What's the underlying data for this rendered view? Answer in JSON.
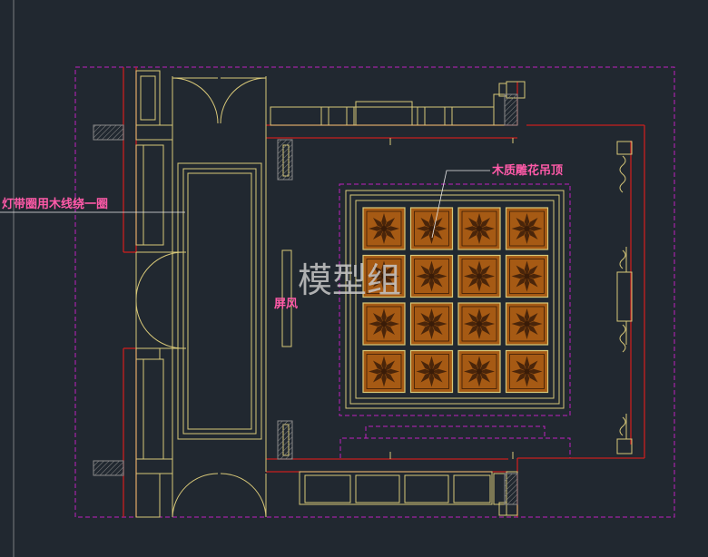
{
  "labels": {
    "ceiling_label": "木质雕花吊顶",
    "light_strip_label": "灯带圈用木线绕一圈",
    "screen_label": "屏风",
    "watermark": "模型组"
  },
  "colors": {
    "background": "#212830",
    "wall_red": "#c81e1e",
    "line_yellow": "#d8c878",
    "dashed_magenta": "#c020c0",
    "label_pink": "#ff5aa8",
    "label_light": "#ffffff",
    "tile_wood": "#a65a14",
    "tile_dark": "#3a1c08",
    "watermark_gray": "#c8c8c8"
  },
  "ceiling_grid": {
    "rows": 4,
    "columns": 4
  }
}
